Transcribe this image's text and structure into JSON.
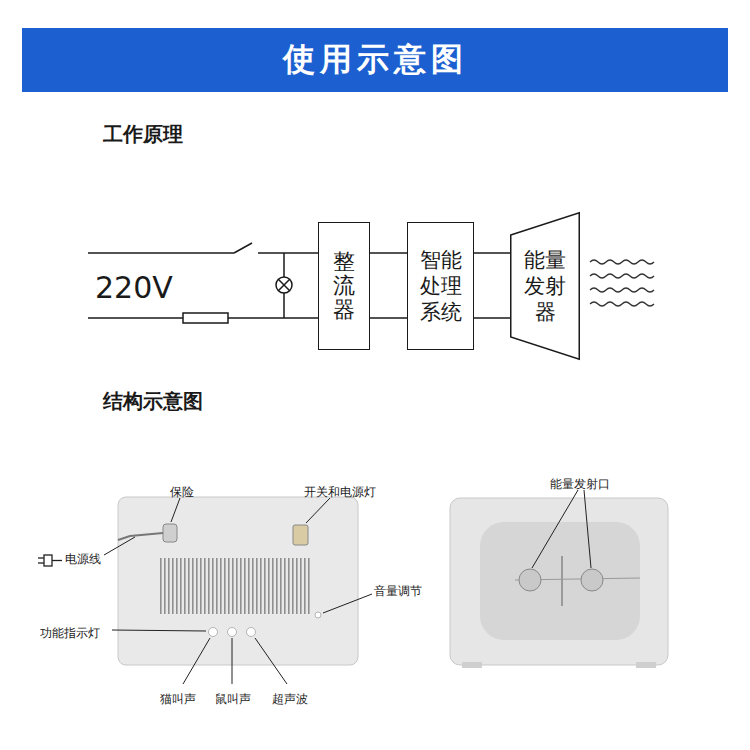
{
  "diagram": {
    "title": "使用示意图",
    "nodes": [
      {
        "text": [
          "整流器"
        ]
      },
      {
        "text": [
          "智能处理系统"
        ]
      },
      {
        "text": [
          "能量发射器"
        ]
      }
    ],
    "edges": [
      {
        "from": 0,
        "to": 1,
        "arrow": "none"
      },
      {
        "from": 0,
        "to": 1,
        "arrow": "none"
      },
      {
        "from": 1,
        "to": 2,
        "arrow": "none"
      },
      {
        "from": 1,
        "to": 2,
        "arrow": "none"
      }
    ],
    "labels": [
      "工作原理",
      "220V",
      "结构示意图",
      "保险",
      "开关和电源灯",
      "电源线",
      "音量调节",
      "功能指示灯",
      "猫叫声",
      "鼠叫声",
      "超声波",
      "能量发射口"
    ]
  }
}
